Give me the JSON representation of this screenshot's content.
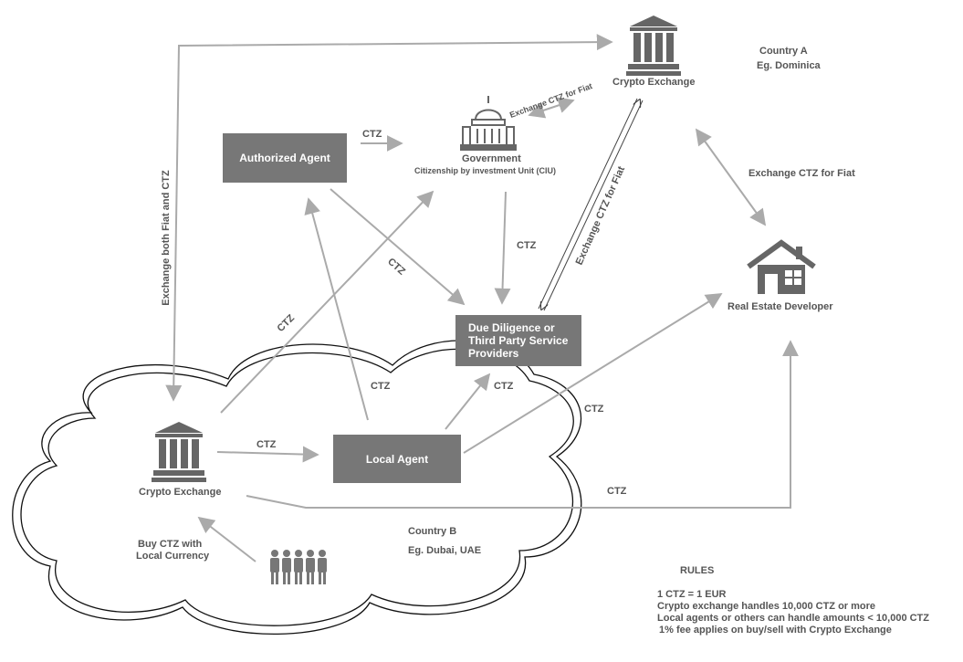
{
  "country_a": {
    "line1": "Country A",
    "line2": "Eg. Dominica"
  },
  "country_b": {
    "line1": "Country B",
    "line2": "Eg. Dubai, UAE"
  },
  "nodes": {
    "crypto_exchange_a": "Crypto Exchange",
    "crypto_exchange_b": "Crypto Exchange",
    "government_title": "Government",
    "government_sub": "Citizenship by investment Unit (CIU)",
    "authorized_agent": "Authorized Agent",
    "local_agent": "Local Agent",
    "due_diligence": [
      "Due Diligence or",
      "Third Party Service",
      "Providers"
    ],
    "real_estate": "Real Estate Developer",
    "buy_ctz": [
      "Buy CTZ with",
      "Local Currency"
    ]
  },
  "edge_labels": {
    "exchange_both": "Exchange both Fiat and CTZ",
    "exchange_gov": "Exchange CTZ for Fiat",
    "exchange_dd": "Exchange CTZ for Fiat",
    "exchange_re": "Exchange CTZ for Fiat",
    "ctz": "CTZ"
  },
  "rules": {
    "title": "RULES",
    "items": [
      "1 CTZ = 1 EUR",
      "Crypto exchange handles 10,000 CTZ or more",
      "Local agents or others can handle amounts < 10,000 CTZ",
      "1%  fee applies on buy/sell with Crypto Exchange"
    ]
  },
  "colors": {
    "box": "#777777",
    "arrow": "#aaaaaa",
    "icon": "#666666",
    "text": "#555555"
  }
}
